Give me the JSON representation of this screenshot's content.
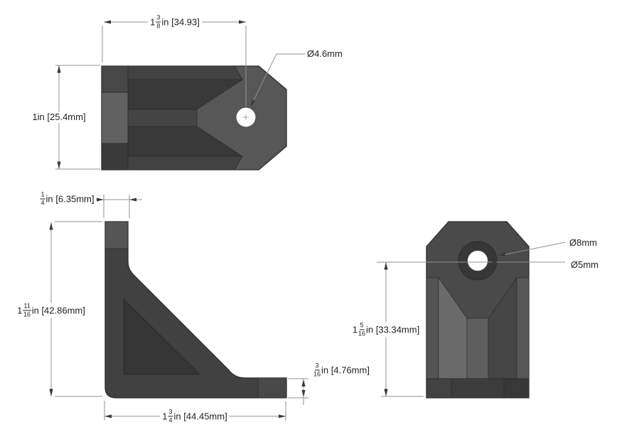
{
  "drawing_type": "engineering-corner-bracket-drawing",
  "colors": {
    "background": "#ffffff",
    "outline": "#2c2c2c",
    "body": "#4a4a4a",
    "body_light": "#575757",
    "band_mid": "#434343",
    "band_dark": "#393939",
    "strip_light": "#616161",
    "cap": "#555555",
    "recess": "#363636",
    "hole": "#ffffff",
    "counterbore_ring": "#373737",
    "dim_line": "#909090",
    "arrow": "#3a3a3a",
    "text": "#1f1f1f"
  },
  "dimensions": {
    "top_width": {
      "whole": "1",
      "numerator": "3",
      "denominator": "8",
      "suffix": "in [34.93]"
    },
    "top_hole": {
      "label": "Ø4.6mm"
    },
    "top_height": {
      "label": "1in [25.4mm]"
    },
    "leg_width": {
      "whole": "",
      "numerator": "1",
      "denominator": "4",
      "suffix": "in [6.35mm]"
    },
    "front_height": {
      "whole": "1",
      "numerator": "11",
      "denominator": "16",
      "suffix": "in [42.86mm]"
    },
    "front_width": {
      "whole": "1",
      "numerator": "3",
      "denominator": "4",
      "suffix": "in [44.45mm]"
    },
    "leg_thickness": {
      "whole": "",
      "numerator": "3",
      "denominator": "16",
      "suffix": "in [4.76mm]"
    },
    "end_height": {
      "whole": "1",
      "numerator": "5",
      "denominator": "16",
      "suffix": "in [33.34mm]"
    },
    "counterbore_dia": {
      "label": "Ø8mm"
    },
    "thru_hole_dia": {
      "label": "Ø5mm"
    }
  }
}
